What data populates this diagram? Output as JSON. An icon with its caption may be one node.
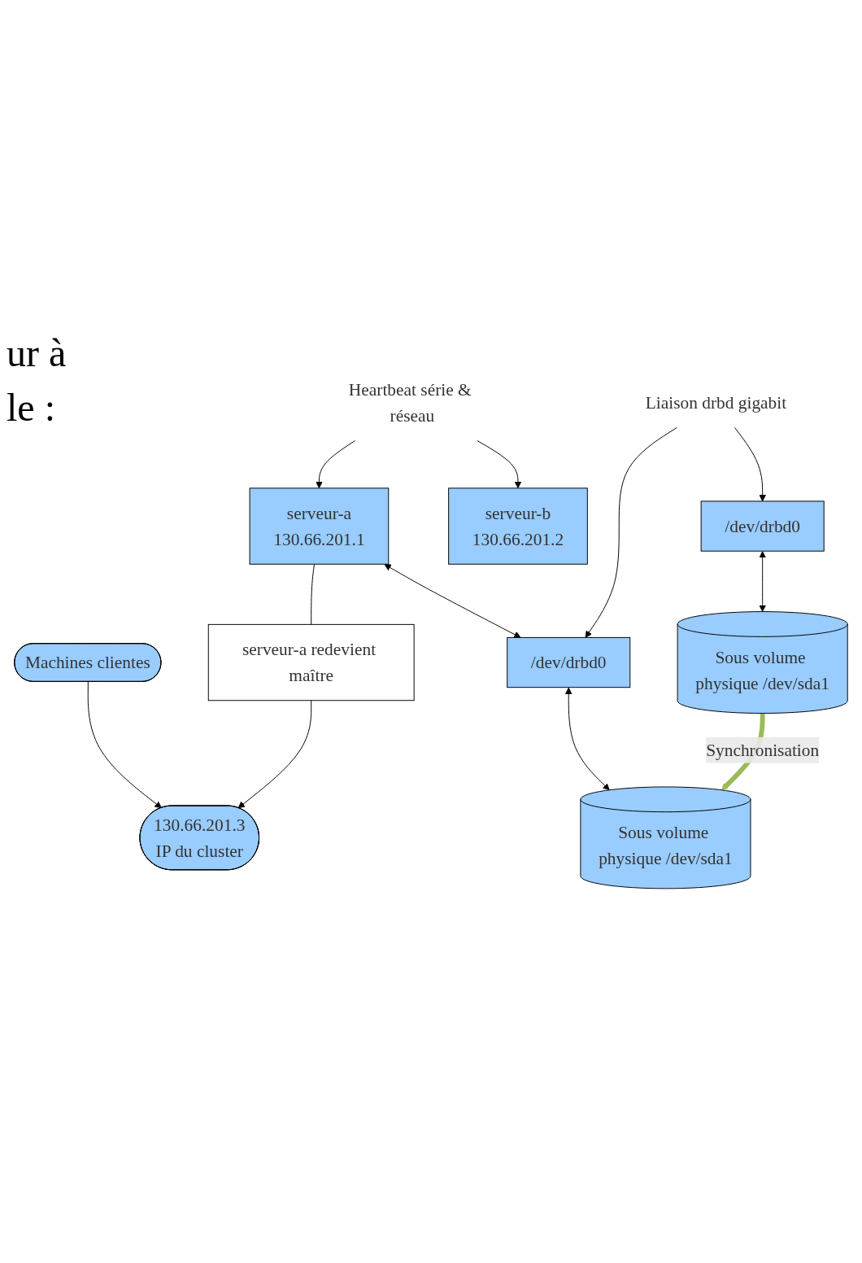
{
  "diagram": {
    "nodes": [
      {
        "text": [
          "Machines clientes"
        ]
      },
      {
        "text": [
          "130.66.201.3",
          "IP du cluster"
        ]
      },
      {
        "text": [
          "serveur-a redevient maître"
        ]
      },
      {
        "text": [
          "serveur-a",
          "130.66.201.1"
        ]
      },
      {
        "text": [
          "Heartbeat série & réseau"
        ]
      },
      {
        "text": [
          "serveur-b",
          "130.66.201.2"
        ]
      },
      {
        "text": [
          "/dev/drbd0"
        ]
      },
      {
        "text": [
          "Liaison drbd gigabit"
        ]
      },
      {
        "text": [
          "/dev/drbd0"
        ]
      },
      {
        "text": [
          "Sous volume physique /dev/sda1"
        ]
      },
      {
        "text": [
          "Sous volume physique /dev/sda1"
        ]
      }
    ],
    "edges": [
      {
        "from": 0,
        "to": 1,
        "arrow": "to"
      },
      {
        "from": 3,
        "to": 2,
        "arrow": "none"
      },
      {
        "from": 2,
        "to": 1,
        "arrow": "to"
      },
      {
        "from": 4,
        "to": 3,
        "arrow": "to"
      },
      {
        "from": 4,
        "to": 5,
        "arrow": "to"
      },
      {
        "from": 3,
        "to": 6,
        "arrow": "both"
      },
      {
        "from": 7,
        "to": 6,
        "arrow": "to"
      },
      {
        "from": 7,
        "to": 8,
        "arrow": "to"
      },
      {
        "from": 6,
        "to": 9,
        "arrow": "both"
      },
      {
        "from": 8,
        "to": 10,
        "arrow": "both"
      },
      {
        "from": 10,
        "to": 9,
        "arrow": "to",
        "label": "Synchronisation",
        "style": "thick",
        "color": "#9bbb59"
      }
    ],
    "labels": [
      "ur à",
      "le :"
    ]
  }
}
